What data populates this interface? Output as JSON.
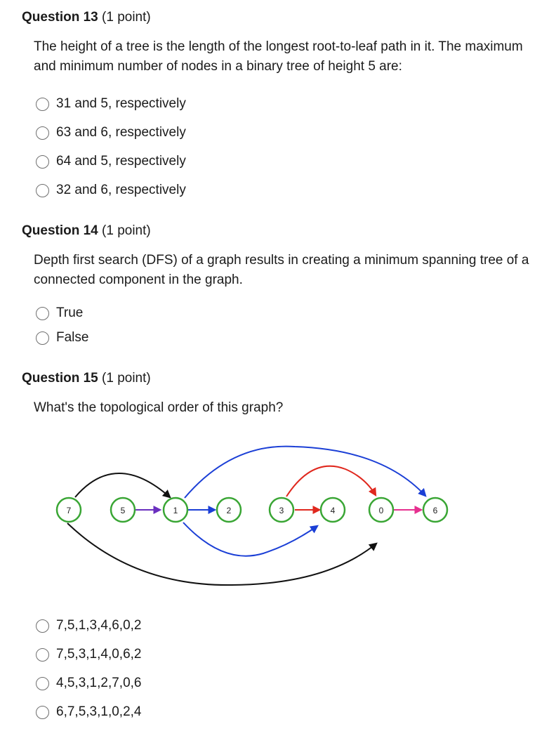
{
  "questions": [
    {
      "number": "Question 13",
      "points": "(1 point)",
      "prompt": "The height of a tree is the length of the longest root-to-leaf path in it. The maximum and minimum number of nodes in a binary tree of height 5 are:",
      "options": [
        "31 and 5, respectively",
        "63 and 6, respectively",
        "64 and 5, respectively",
        "32 and 6, respectively"
      ]
    },
    {
      "number": "Question 14",
      "points": "(1 point)",
      "prompt": "Depth first search (DFS) of a graph results in creating a minimum spanning tree of a connected component in the graph.",
      "options": [
        "True",
        "False"
      ]
    },
    {
      "number": "Question 15",
      "points": "(1 point)",
      "prompt": "What's the topological order of this graph?",
      "options": [
        "7,5,1,3,4,6,0,2",
        "7,5,3,1,4,0,6,2",
        "4,5,3,1,2,7,0,6",
        "6,7,5,3,1,0,2,4"
      ]
    }
  ],
  "graph": {
    "nodes": [
      "7",
      "5",
      "1",
      "2",
      "3",
      "4",
      "0",
      "6"
    ],
    "node_border_color": "#3aa635",
    "edges": [
      {
        "from": "5",
        "to": "1",
        "color": "#6a2fbf"
      },
      {
        "from": "1",
        "to": "2",
        "color": "#1b3fd6"
      },
      {
        "from": "3",
        "to": "4",
        "color": "#e0281e"
      },
      {
        "from": "0",
        "to": "6",
        "color": "#e6308f"
      },
      {
        "from": "7",
        "to": "1",
        "color": "#111111"
      },
      {
        "from": "7",
        "to": "0",
        "color": "#111111"
      },
      {
        "from": "1",
        "to": "6",
        "color": "#1b3fd6"
      },
      {
        "from": "1",
        "to": "4",
        "color": "#1b3fd6"
      },
      {
        "from": "3",
        "to": "0",
        "color": "#e0281e"
      }
    ]
  }
}
